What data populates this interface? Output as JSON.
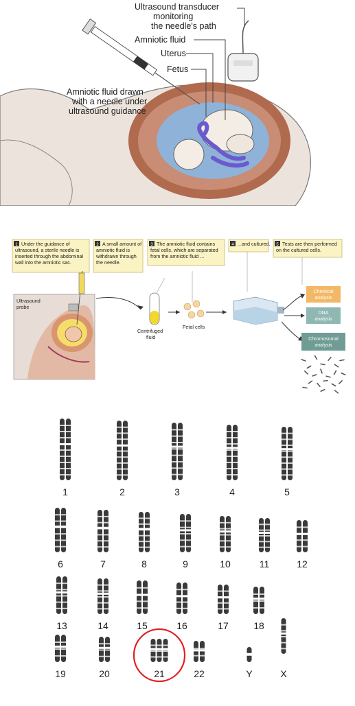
{
  "top": {
    "labels": {
      "transducer": [
        "Ultrasound transducer",
        "monitoring",
        "the needle's path"
      ],
      "amniotic_fluid": "Amniotic fluid",
      "uterus": "Uterus",
      "fetus": "Fetus",
      "drawn": [
        "Amniotic fluid drawn",
        "with a needle under",
        "ultrasound guidance"
      ]
    }
  },
  "middle": {
    "steps": [
      {
        "num": "1",
        "lines": [
          "Under the guidance of",
          "ultrasound, a sterile needle is",
          "inserted through the abdominal",
          "wall into the amniotic sac."
        ]
      },
      {
        "num": "2",
        "lines": [
          "A small amount of",
          "amniotic fluid is",
          "withdrawn through",
          "the needle."
        ]
      },
      {
        "num": "3",
        "lines": [
          "The amniotic fluid contains",
          "fetal cells, which are separated",
          "from the amniotic fluid ..."
        ]
      },
      {
        "num": "4",
        "lines": [
          "...and cultured."
        ]
      },
      {
        "num": "5",
        "lines": [
          "Tests are then performed",
          "on the cultured cells."
        ]
      }
    ],
    "probe_label": [
      "Ultrasound",
      "probe"
    ],
    "centrifuged_label": [
      "Centrifuged",
      "fluid"
    ],
    "fetal_cells_label": "Fetal cells",
    "analyses": [
      {
        "lines": [
          "Chemical",
          "analysis"
        ],
        "color": "#f2b866"
      },
      {
        "lines": [
          "DNA",
          "analysis"
        ],
        "color": "#8fb8b2"
      },
      {
        "lines": [
          "Chromosomal",
          "analysis"
        ],
        "color": "#6f9c94"
      }
    ]
  },
  "karyotype": {
    "rows": [
      [
        "1",
        "2",
        "3",
        "4",
        "5"
      ],
      [
        "6",
        "7",
        "8",
        "9",
        "10",
        "11",
        "12"
      ],
      [
        "13",
        "14",
        "15",
        "16",
        "17",
        "18"
      ],
      [
        "19",
        "20",
        "21",
        "22",
        "Y",
        "X"
      ]
    ],
    "highlight": "21",
    "highlight_color": "#e02020"
  }
}
